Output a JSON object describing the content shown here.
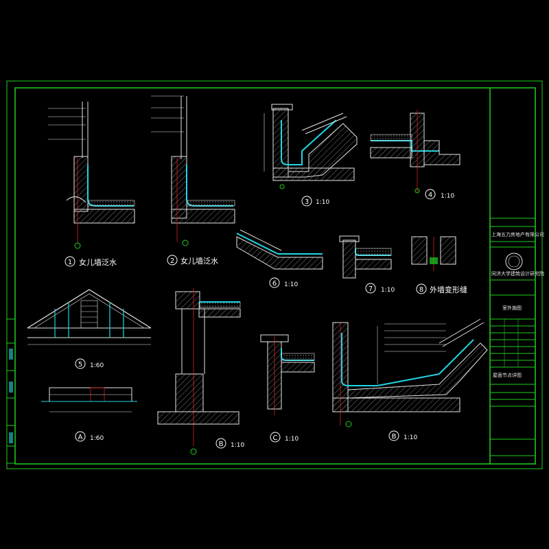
{
  "colors": {
    "background": "#000000",
    "frame": "#1fd11f",
    "lines": "#e6e6e6",
    "membrane": "#22d7e6",
    "accent": "#e3e31b",
    "axis": "#e11f1f"
  },
  "details": [
    {
      "num": "1",
      "title": "女儿墙泛水",
      "scale": ""
    },
    {
      "num": "2",
      "title": "女儿墙泛水",
      "scale": ""
    },
    {
      "num": "3",
      "title": "",
      "scale": "1:10"
    },
    {
      "num": "4",
      "title": "",
      "scale": "1:10"
    },
    {
      "num": "6",
      "title": "",
      "scale": "1:10"
    },
    {
      "num": "7",
      "title": "",
      "scale": "1:10"
    },
    {
      "num": "8",
      "title": "外墙变形缝",
      "scale": ""
    },
    {
      "num": "5",
      "title": "",
      "scale": "1:60"
    },
    {
      "num": "A",
      "title": "",
      "scale": "1:60"
    },
    {
      "num": "B",
      "title": "",
      "scale": "1:10"
    },
    {
      "num": "C",
      "title": "",
      "scale": "1:10"
    },
    {
      "num": "B",
      "title": "",
      "scale": "1:10"
    }
  ],
  "title_block": {
    "company": "上海五力房地产有限公司",
    "institute": "同济大学建筑设计研究院",
    "drawing_name": "屋面节点详图",
    "drawing_type": "室外施图"
  }
}
